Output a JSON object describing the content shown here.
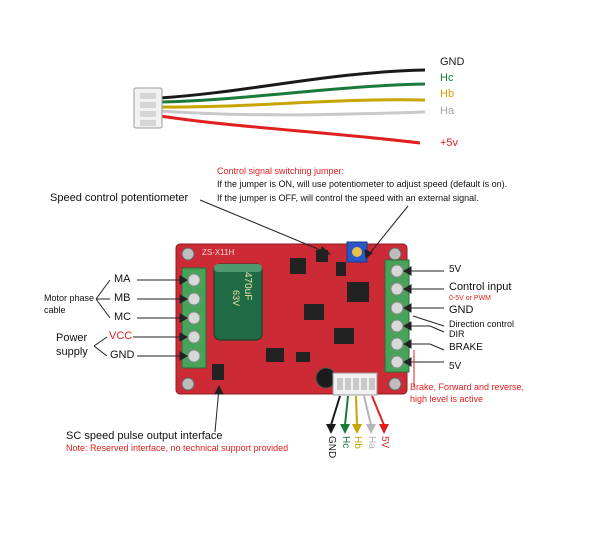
{
  "wire_harness": {
    "labels": [
      "GND",
      "Hc",
      "Hb",
      "Ha",
      "+5v"
    ],
    "colors": [
      "#1a1a1a",
      "#1a7a3a",
      "#c8a400",
      "#b5b5b5",
      "#e02020"
    ]
  },
  "jumper_note": {
    "title": "Control signal switching jumper:",
    "line1": "If the jumper is ON, will use potentiometer to adjust speed (default is on).",
    "line2": "If  the jumper is OFF, will control the speed with an external signal."
  },
  "potentiometer_label": "Speed control potentiometer",
  "board": {
    "model": "ZS-X11H",
    "capacitor_text": "470uF",
    "capacitor_voltage": "63V"
  },
  "left_terminals": {
    "ma": "MA",
    "mb": "MB",
    "mc": "MC",
    "vcc": "VCC",
    "gnd": "GND",
    "motor_phase_line1": "Motor phase",
    "motor_phase_line2": "cable",
    "power_line1": "Power",
    "power_line2": "supply"
  },
  "right_terminals": {
    "v5_top": "5V",
    "control_input": "Control input",
    "control_input_sub": "0-5V or PWM",
    "gnd": "GND",
    "direction_control": "Direction control",
    "dir": "DIR",
    "brake": "BRAKE",
    "v5_bottom": "5V",
    "brake_note_line1": "Brake, Forward and reverse,",
    "brake_note_line2": "high level is active"
  },
  "bottom_connector": {
    "labels": [
      "GND",
      "Hc",
      "Hb",
      "Ha",
      "5V"
    ],
    "colors": [
      "#1a1a1a",
      "#1a7a3a",
      "#c8a400",
      "#b5b5b5",
      "#e02020"
    ]
  },
  "sc_interface": {
    "title": "SC speed pulse output interface",
    "note": "Note: Reserved interface, no technical support provided"
  }
}
